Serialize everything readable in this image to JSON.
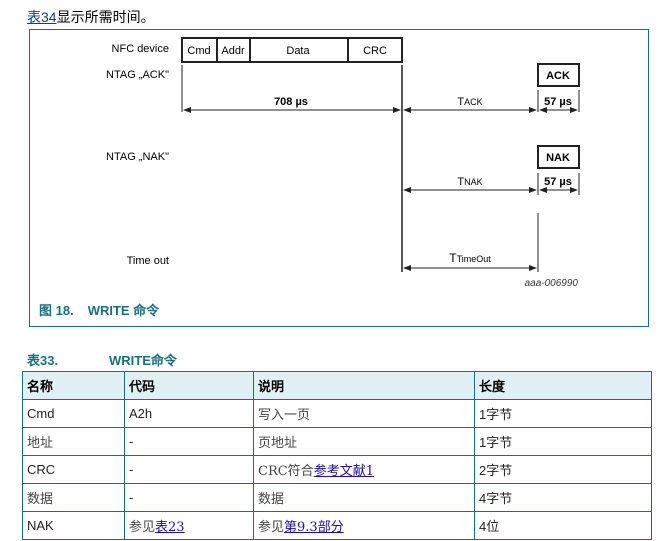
{
  "intro": {
    "link": "表34",
    "text": "显示所需时间。"
  },
  "figure": {
    "rows": {
      "nfc_device": "NFC device",
      "ntag_ack": "NTAG „ACK\"",
      "ntag_nak": "NTAG „NAK\"",
      "timeout": "Time out"
    },
    "frame_fields": [
      "Cmd",
      "Addr",
      "Data",
      "CRC"
    ],
    "durations": {
      "write_frame": "708 µs",
      "t_ack": "T",
      "t_ack_sub": "ACK",
      "t_nak": "T",
      "t_nak_sub": "NAK",
      "t_timeout": "T",
      "t_timeout_sub": "TimeOut",
      "ack_len": "57 µs",
      "nak_len": "57 µs"
    },
    "responses": {
      "ack": "ACK",
      "nak": "NAK"
    },
    "figure_id": "aaa-006990",
    "caption_number": "图 18.",
    "caption_title": "WRITE 命令"
  },
  "table": {
    "caption_number": "表33.",
    "caption_title": "WRITE命令",
    "headers": [
      "名称",
      "代码",
      "说明",
      "长度"
    ],
    "rows": [
      {
        "name": "Cmd",
        "code": "A2h",
        "desc": "写入一页",
        "desc_link": "",
        "length": "1字节"
      },
      {
        "name": "地址",
        "code": "-",
        "desc": "页地址",
        "desc_link": "",
        "length": "1字节"
      },
      {
        "name": "CRC",
        "code": "-",
        "desc": "CRC符合",
        "desc_link": "参考文献1",
        "length": "2字节"
      },
      {
        "name": "数据",
        "code": "-",
        "desc": "数据",
        "desc_link": "",
        "length": "4字节"
      },
      {
        "name": "NAK",
        "code": "参见",
        "code_link": "表23",
        "desc": "参见",
        "desc_link": "第9.3部分",
        "length": "4位"
      }
    ]
  }
}
